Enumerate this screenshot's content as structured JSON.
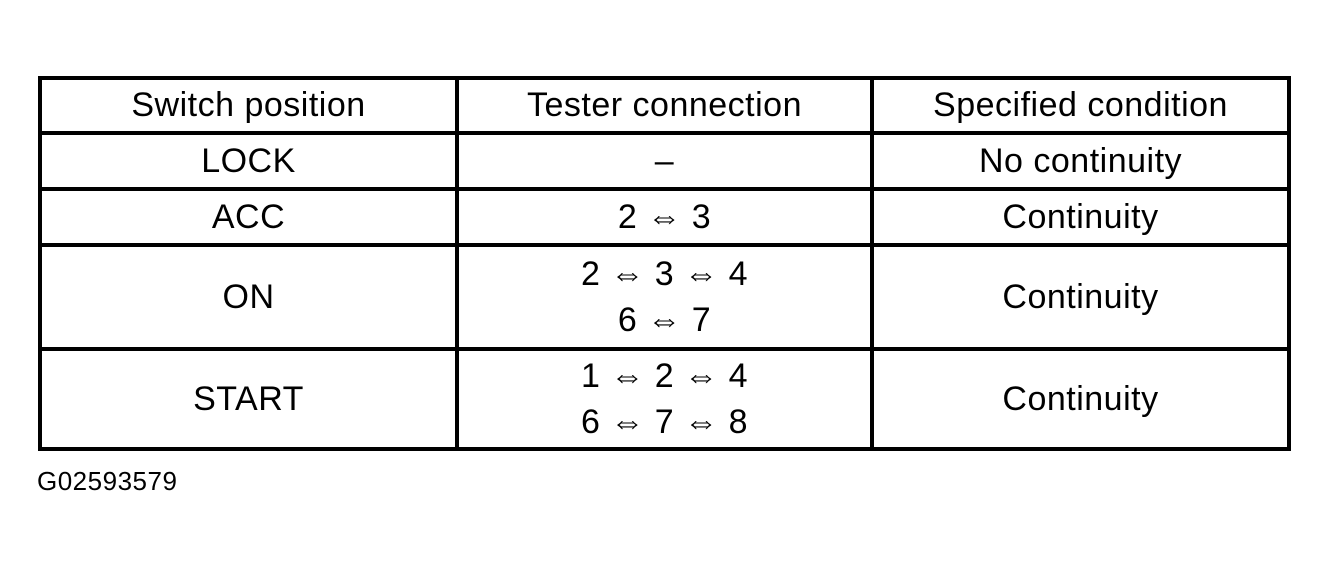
{
  "page": {
    "figure_id": "G02593579"
  },
  "table": {
    "headers": [
      "Switch position",
      "Tester connection",
      "Specified condition"
    ],
    "rows": [
      {
        "switch_position": "LOCK",
        "tester_connection": [
          "–"
        ],
        "specified_condition": "No continuity"
      },
      {
        "switch_position": "ACC",
        "tester_connection": [
          "2 ⇔ 3"
        ],
        "specified_condition": "Continuity"
      },
      {
        "switch_position": "ON",
        "tester_connection": [
          "2 ⇔ 3 ⇔ 4",
          "6 ⇔ 7"
        ],
        "specified_condition": "Continuity"
      },
      {
        "switch_position": "START",
        "tester_connection": [
          "1 ⇔ 2 ⇔ 4",
          "6 ⇔ 7 ⇔ 8"
        ],
        "specified_condition": "Continuity"
      }
    ]
  }
}
